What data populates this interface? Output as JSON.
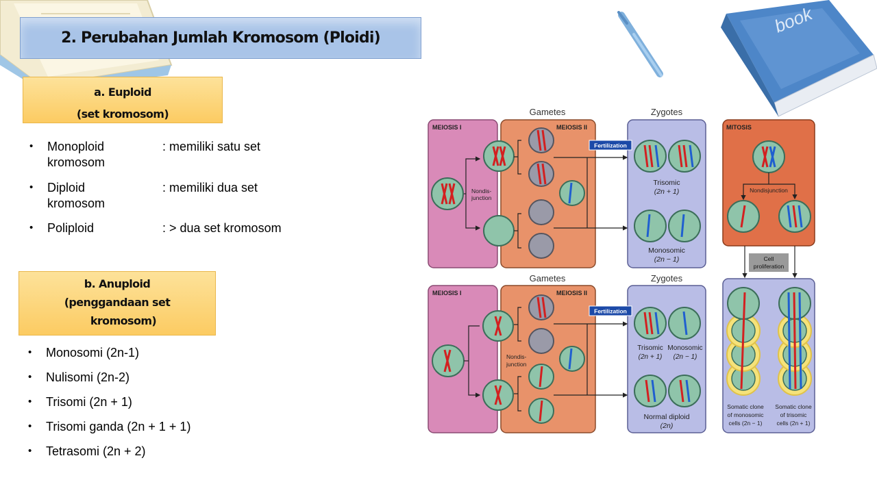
{
  "title": "2. Perubahan Jumlah Kromosom (Ploidi)",
  "euploid": {
    "heading_line1": "a. Euploid",
    "heading_line2": "(set kromosom)",
    "items": [
      {
        "term": "Monoploid",
        "term_cont": "kromosom",
        "def": ": memiliki satu set"
      },
      {
        "term": "Diploid",
        "term_cont": "kromosom",
        "def": ": memiliki dua set"
      },
      {
        "term": "Poliploid",
        "term_cont": "",
        "def": ": > dua set kromosom"
      }
    ]
  },
  "aneuploid": {
    "heading_line1": "b. Anuploid",
    "heading_line2": "(penggandaan set",
    "heading_line3": "kromosom)",
    "items": [
      "Monosomi (2n-1)",
      "Nulisomi (2n-2)",
      "Trisomi (2n + 1)",
      "Trisomi ganda (2n + 1 + 1)",
      "Tetrasomi (2n + 2)"
    ]
  },
  "decor": {
    "book_label": "book"
  },
  "figure": {
    "gametes": "Gametes",
    "zygotes": "Zygotes",
    "meiosis1": "MEIOSIS I",
    "meiosis2": "MEIOSIS II",
    "mitosis": "MITOSIS",
    "fertilization": "Fertilization",
    "nondis_1": "Nondis-",
    "nondis_2": "junction",
    "nondisjunction": "Nondisjunction",
    "trisomic": "Trisomic",
    "trisomic_formula": "(2n + 1)",
    "monosomic": "Monosomic",
    "monosomic_formula": "(2n − 1)",
    "normal_diploid": "Normal diploid",
    "normal_formula": "(2n)",
    "cell_prolif_1": "Cell",
    "cell_prolif_2": "proliferation",
    "somatic_clone": "Somatic clone",
    "of_monosomic": "of monosomic",
    "cells_mono": "cells (2n − 1)",
    "of_trisomic": "of trisomic",
    "cells_tri": "cells (2n + 1)",
    "colors": {
      "meiosis1": "#d98ab8",
      "meiosis2": "#e8926a",
      "zygote": "#b9bde6",
      "mitosis": "#e07048",
      "cell": "#8fc4aa",
      "gray_cell": "#9a9aa8",
      "red": "#d32020",
      "blue": "#1f5fd0",
      "yellow": "#f5e27a",
      "fert_box": "#1c4aa8"
    }
  }
}
